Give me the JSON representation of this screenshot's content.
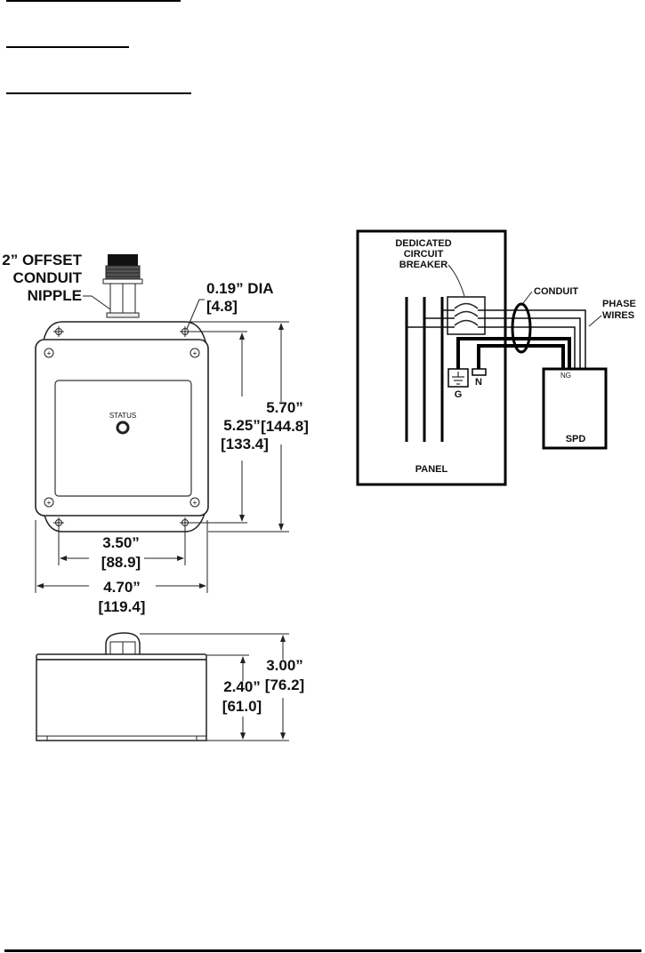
{
  "header_rules": {
    "count": 3,
    "text": [
      "",
      "",
      ""
    ]
  },
  "dimension_drawing": {
    "front_view": {
      "conduit_label": [
        "2” OFFSET",
        "CONDUIT",
        "NIPPLE"
      ],
      "hole_label": [
        "0.19” DIA",
        "[4.8]"
      ],
      "status_label": "STATUS",
      "mount_height": [
        "5.25”",
        "[133.4]"
      ],
      "overall_height": [
        "5.70”",
        "[144.8]"
      ],
      "mount_width": [
        "3.50”",
        "[88.9]"
      ],
      "overall_width": [
        "4.70”",
        "[119.4]"
      ]
    },
    "side_view": {
      "body_depth": [
        "2.40”",
        "[61.0]"
      ],
      "overall_depth": [
        "3.00”",
        "[76.2]"
      ]
    }
  },
  "wiring_diagram": {
    "breaker_label": [
      "DEDICATED",
      "CIRCUIT",
      "BREAKER"
    ],
    "conduit_label": "CONDUIT",
    "phase_label": [
      "PHASE",
      "WIRES"
    ],
    "ground_label": "G",
    "neutral_label": "N",
    "spd_terminals": "NG",
    "spd_label": "SPD",
    "panel_label": "PANEL"
  }
}
